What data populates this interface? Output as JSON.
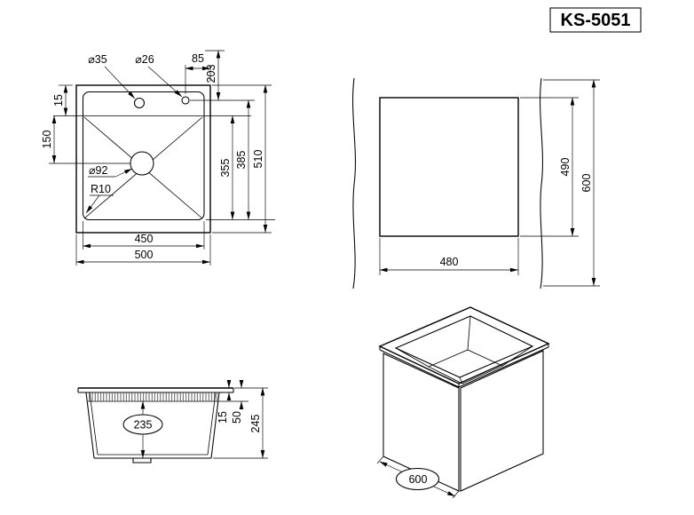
{
  "title": "KS-5051",
  "top_view": {
    "faucet_hole_dia": "⌀35",
    "soap_hole_dia": "⌀26",
    "hole_edge_offset": "85",
    "hole_back_offset": "203",
    "rim_back": "15",
    "back_to_center": "150",
    "drain_dia": "⌀92",
    "corner_radius": "R10",
    "bowl_inner_length": "355",
    "bowl_outer_length": "385",
    "overall_length": "510",
    "bowl_width": "450",
    "overall_width": "500"
  },
  "cutout_view": {
    "cutout_length": "490",
    "counter_depth": "600",
    "cutout_width": "480"
  },
  "section_view": {
    "bowl_depth": "235",
    "rim_height": "15",
    "ledge_height": "50",
    "overall_height": "245"
  },
  "iso_view": {
    "base_width": "600"
  }
}
